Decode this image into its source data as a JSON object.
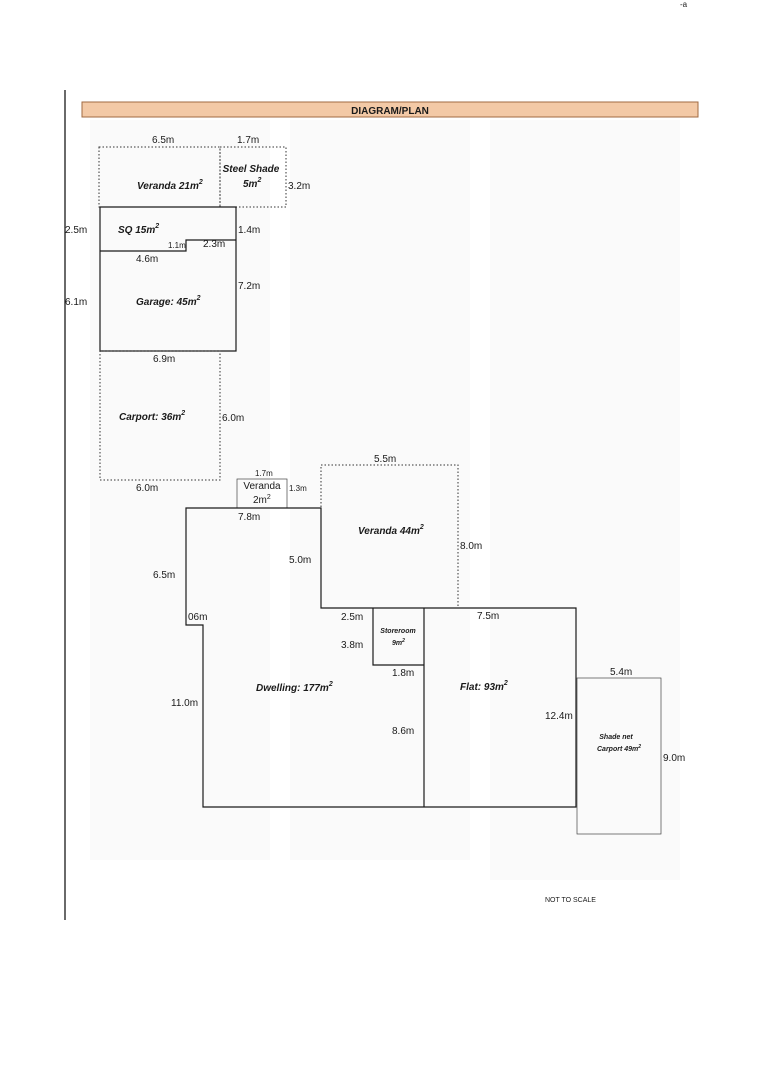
{
  "header": {
    "title": "DIAGRAM/PLAN",
    "bar_color": "#f3c9a6",
    "bar_border": "#a06a42"
  },
  "footer": {
    "note": "NOT TO SCALE"
  },
  "rooms": {
    "veranda_top": {
      "name": "Veranda 21m",
      "sup": "2"
    },
    "steel_shade": {
      "line1": "Steel Shade",
      "line2": "5m",
      "sup": "2"
    },
    "sq": {
      "name": "SQ 15m",
      "sup": "2"
    },
    "garage": {
      "name": "Garage: 45m",
      "sup": "2"
    },
    "carport": {
      "name": "Carport: 36m",
      "sup": "2"
    },
    "veranda_small": {
      "line1": "Veranda",
      "line2": "2m",
      "sup": "2"
    },
    "veranda_big": {
      "name": "Veranda 44m",
      "sup": "2"
    },
    "storeroom": {
      "line1": "Storeroom",
      "line2": "9m",
      "sup": "2"
    },
    "dwelling": {
      "name": "Dwelling: 177m",
      "sup": "2"
    },
    "flat": {
      "name": "Flat: 93m",
      "sup": "2"
    },
    "shade_net": {
      "line1": "Shade net",
      "line2": "Carport 49m",
      "sup": "2"
    }
  },
  "dimensions": {
    "d65": "6.5m",
    "d17a": "1.7m",
    "d32": "3.2m",
    "d25": "2.5m",
    "d14": "1.4m",
    "d11": "1.1m",
    "d23": "2.3m",
    "d46": "4.6m",
    "d72": "7.2m",
    "d61": "6.1m",
    "d69": "6.9m",
    "d60a": "6.0m",
    "d60b": "6.0m",
    "d17b": "1.7m",
    "d13": "1.3m",
    "d55": "5.5m",
    "d78": "7.8m",
    "d80": "8.0m",
    "d50": "5.0m",
    "d65b": "6.5m",
    "d06": "06m",
    "d25b": "2.5m",
    "d75": "7.5m",
    "d38": "3.8m",
    "d18": "1.8m",
    "d54": "5.4m",
    "d124": "12.4m",
    "d110": "11.0m",
    "d86": "8.6m",
    "d90": "9.0m"
  },
  "corner_mark": "-a"
}
